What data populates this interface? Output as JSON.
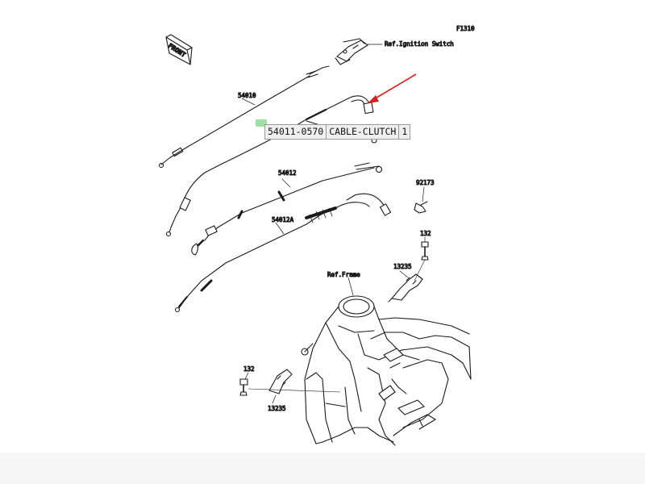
{
  "labels": {
    "front": "FRONT",
    "ignition_ref": "Ref.Ignition Switch",
    "frame_ref": "Ref.Frame",
    "p54010": "54010",
    "p54012": "54012",
    "p54012a": "54012A",
    "p92173": "92173",
    "p132_top": "132",
    "p13235_top": "13235",
    "p132_bottom": "132",
    "p13235_bottom": "13235",
    "corner_code": "F1310"
  },
  "tooltip": {
    "part_number": "54011-0570",
    "description": "CABLE-CLUTCH",
    "quantity": "1"
  },
  "colors": {
    "arrow": "#d42020",
    "hotspot": "#9fe0a7",
    "line": "#1a1a1a"
  }
}
